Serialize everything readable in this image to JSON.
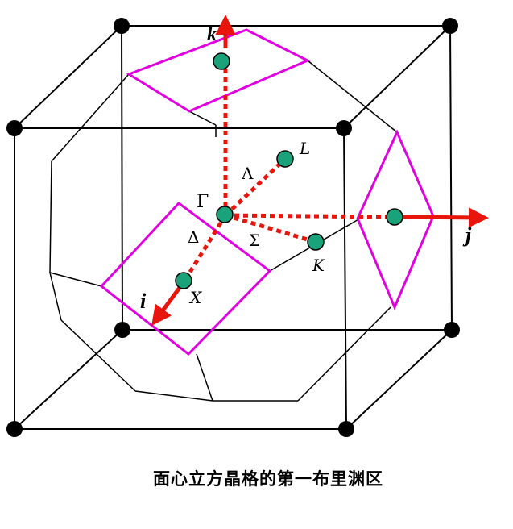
{
  "colors": {
    "frame": "#000000",
    "bz_edges": "#000000",
    "face_outline": "#e000e0",
    "axis_red": "#e8150c",
    "point_green": "#1aa37a"
  },
  "labels": {
    "k_axis": "k",
    "j_axis": "j",
    "i_axis": "i",
    "gamma": "Γ",
    "L": "L",
    "K": "K",
    "X": "X",
    "lambda": "Λ",
    "delta": "Δ",
    "sigma": "Σ"
  },
  "caption": "面心立方晶格的第一布里渊区"
}
